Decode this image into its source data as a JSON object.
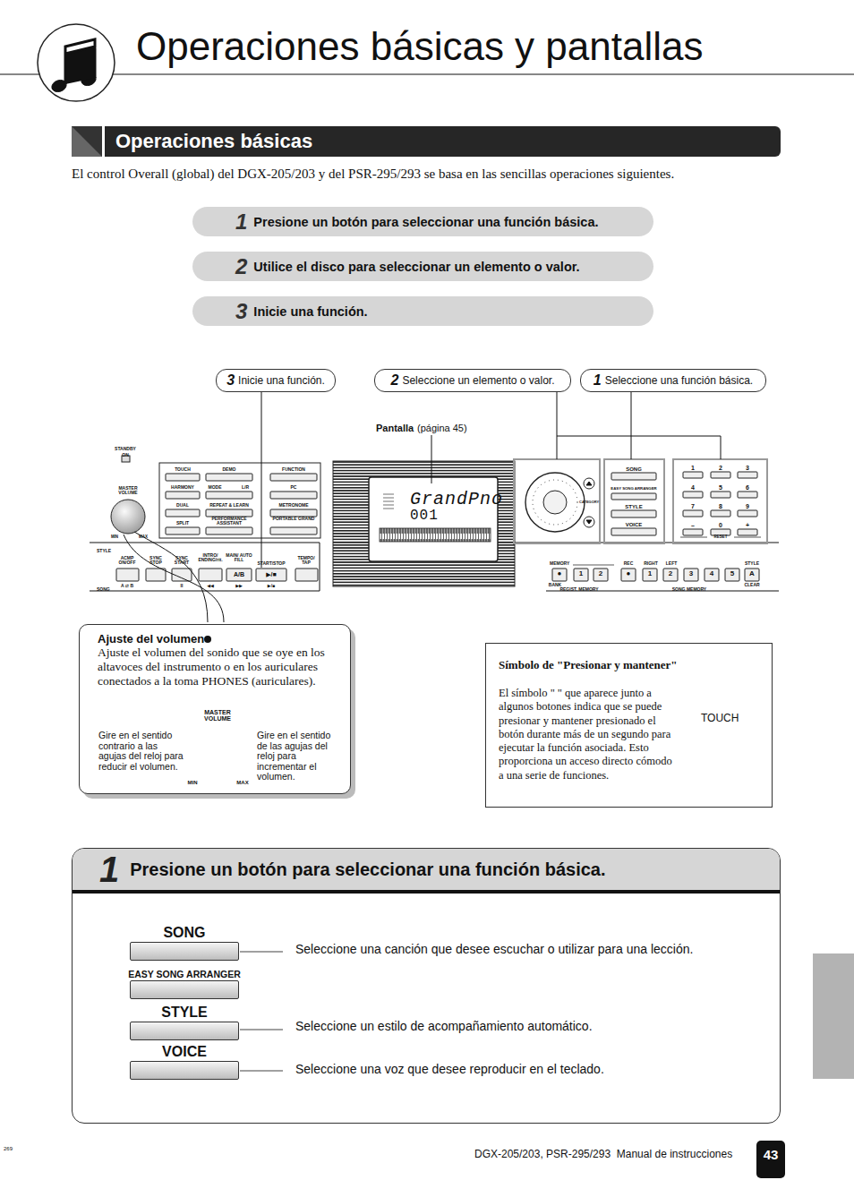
{
  "diagram": {
    "title": "Operaciones básicas y pantallas",
    "nodes": [
      {
        "text": [
          "Operaciones básicas"
        ]
      },
      {
        "text": [
          "1",
          "Presione un botón para seleccionar una función básica."
        ]
      },
      {
        "text": [
          "2",
          "Utilice el disco para seleccionar un elemento o valor."
        ]
      },
      {
        "text": [
          "3",
          "Inicie una función."
        ]
      },
      {
        "text": [
          "3",
          "Inicie una función."
        ]
      },
      {
        "text": [
          "2",
          "Seleccione un elemento o valor."
        ]
      },
      {
        "text": [
          "1",
          "Seleccione una función básica."
        ]
      },
      {
        "text": [
          "Ajuste del volumen",
          "Ajuste el volumen del sonido que se oye en los altavoces del instrumento o en los auriculares conectados a la toma PHONES (auriculares)."
        ]
      },
      {
        "text": [
          "Símbolo de \"Presionar y mantener\"",
          "El símbolo \" \" que aparece junto a algunos botones indica que se puede presionar y mantener presionado el botón durante más de un segundo para ejecutar la función asociada. Esto proporciona un acceso directo cómodo a una serie de funciones."
        ]
      },
      {
        "text": [
          "1",
          "Presione un botón para seleccionar una función básica."
        ]
      },
      {
        "text": [
          "SONG"
        ],
        "in": 9
      },
      {
        "text": [
          "EASY SONG ARRANGER"
        ],
        "in": 9
      },
      {
        "text": [
          "STYLE"
        ],
        "in": 9
      },
      {
        "text": [
          "VOICE"
        ],
        "in": 9
      }
    ],
    "labels": [
      "El control Overall (global) del DGX-205/203 y del PSR-295/293 se basa en las sencillas operaciones siguientes.",
      "Pantalla",
      "(página 45)",
      "STANDBY",
      "ON",
      "MASTER VOLUME",
      "MIN",
      "MAX",
      "TOUCH",
      "DEMO",
      "FUNCTION",
      "HARMONY",
      "MODE",
      "L/R",
      "PC",
      "DUAL",
      "REPEAT & LEARN",
      "METRONOME",
      "SPLIT",
      "PERFORMANCE ASSISTANT",
      "PORTABLE GRAND",
      "STYLE",
      "ACMP ON/OFF",
      "SYNC STOP",
      "SYNC START",
      "INTRO/ ENDING/rit.",
      "MAIN/ AUTO FILL",
      "START/STOP",
      "TEMPO/ TAP",
      "A/B",
      "▶/■",
      "A ⇄ B",
      "II",
      "◀◀",
      "▶▶",
      "▶/■",
      "SONG",
      "GrandPno",
      "001",
      "CATEGORY",
      "SONG",
      "EASY SONG ARRANGER",
      "STYLE",
      "VOICE",
      "1",
      "2",
      "3",
      "4",
      "5",
      "6",
      "7",
      "8",
      "9",
      "–",
      "0",
      "+",
      "RESET",
      "MEMORY",
      "REC",
      "RIGHT",
      "LEFT",
      "STYLE",
      "●",
      "1",
      "2",
      "●",
      "1",
      "2",
      "3",
      "4",
      "5",
      "A",
      "BANK",
      "CLEAR",
      "REGIST. MEMORY",
      "SONG MEMORY",
      "MASTER VOLUME",
      "Gire en el sentido contrario a las agujas del reloj para reducir el volumen.",
      "MIN",
      "MAX",
      "Gire en el sentido de las agujas del reloj para incrementar el volumen.",
      "TOUCH",
      "Seleccione una canción que desee escuchar o utilizar para una lección.",
      "Seleccione un estilo de acompañamiento automático.",
      "Seleccione una voz que desee reproducir en el teclado.",
      "269",
      "DGX-205/203, PSR-295/293  Manual de instrucciones",
      "43"
    ]
  }
}
